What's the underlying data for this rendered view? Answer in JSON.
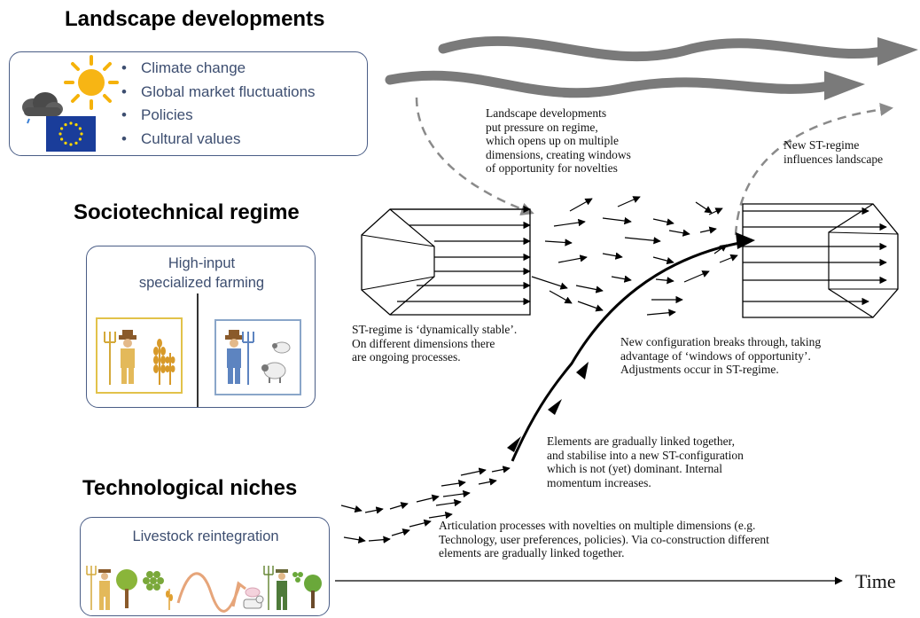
{
  "levels": {
    "landscape": {
      "heading": "Landscape developments",
      "items": [
        "Climate change",
        "Global market fluctuations",
        "Policies",
        "Cultural values"
      ]
    },
    "regime": {
      "heading": "Sociotechnical regime",
      "panel_title_line1": "High-input",
      "panel_title_line2": "specialized farming"
    },
    "niches": {
      "heading": "Technological niches",
      "panel_title": "Livestock reintegration"
    }
  },
  "annotations": {
    "landscape_pressure": [
      "Landscape  developments",
      "put pressure on regime,",
      "which opens up on multiple",
      "dimensions, creating windows",
      "of opportunity for novelties"
    ],
    "new_regime": [
      "New  ST-regime",
      "influences landscape"
    ],
    "regime_stable": [
      "ST-regime  is ‘dynamically stable’.",
      "On different dimensions there",
      "are ongoing processes."
    ],
    "breakthrough": [
      "New configuration breaks through, taking",
      "advantage of ‘windows of opportunity’.",
      "Adjustments occur in ST-regime."
    ],
    "linked": [
      "Elements are gradually linked together,",
      "and stabilise into  a new ST-configuration",
      "which is not (yet) dominant. Internal",
      "momentum  increases."
    ],
    "articulation": [
      "Articulation processes with novelties on multiple dimensions (e.g.",
      "Technology, user preferences, policies). Via co-construction different",
      "elements are gradually linked together."
    ]
  },
  "axis": {
    "time_label": "Time"
  },
  "colors": {
    "heading": "#000000",
    "panel_border": "#4a5d86",
    "bullet_text": "#3d4e70",
    "landscape_arrow": "#7a7a7a",
    "gold_frame": "#e2c24a",
    "blue_frame": "#8aa6c9"
  },
  "icons": [
    "sun-icon",
    "storm-cloud-icon",
    "eu-flag-icon",
    "farmer-icon",
    "pitchfork-icon",
    "wheat-icon",
    "sheep-icon",
    "tree-icon",
    "grapes-icon",
    "cow-icon",
    "pig-icon",
    "wave-icon"
  ]
}
